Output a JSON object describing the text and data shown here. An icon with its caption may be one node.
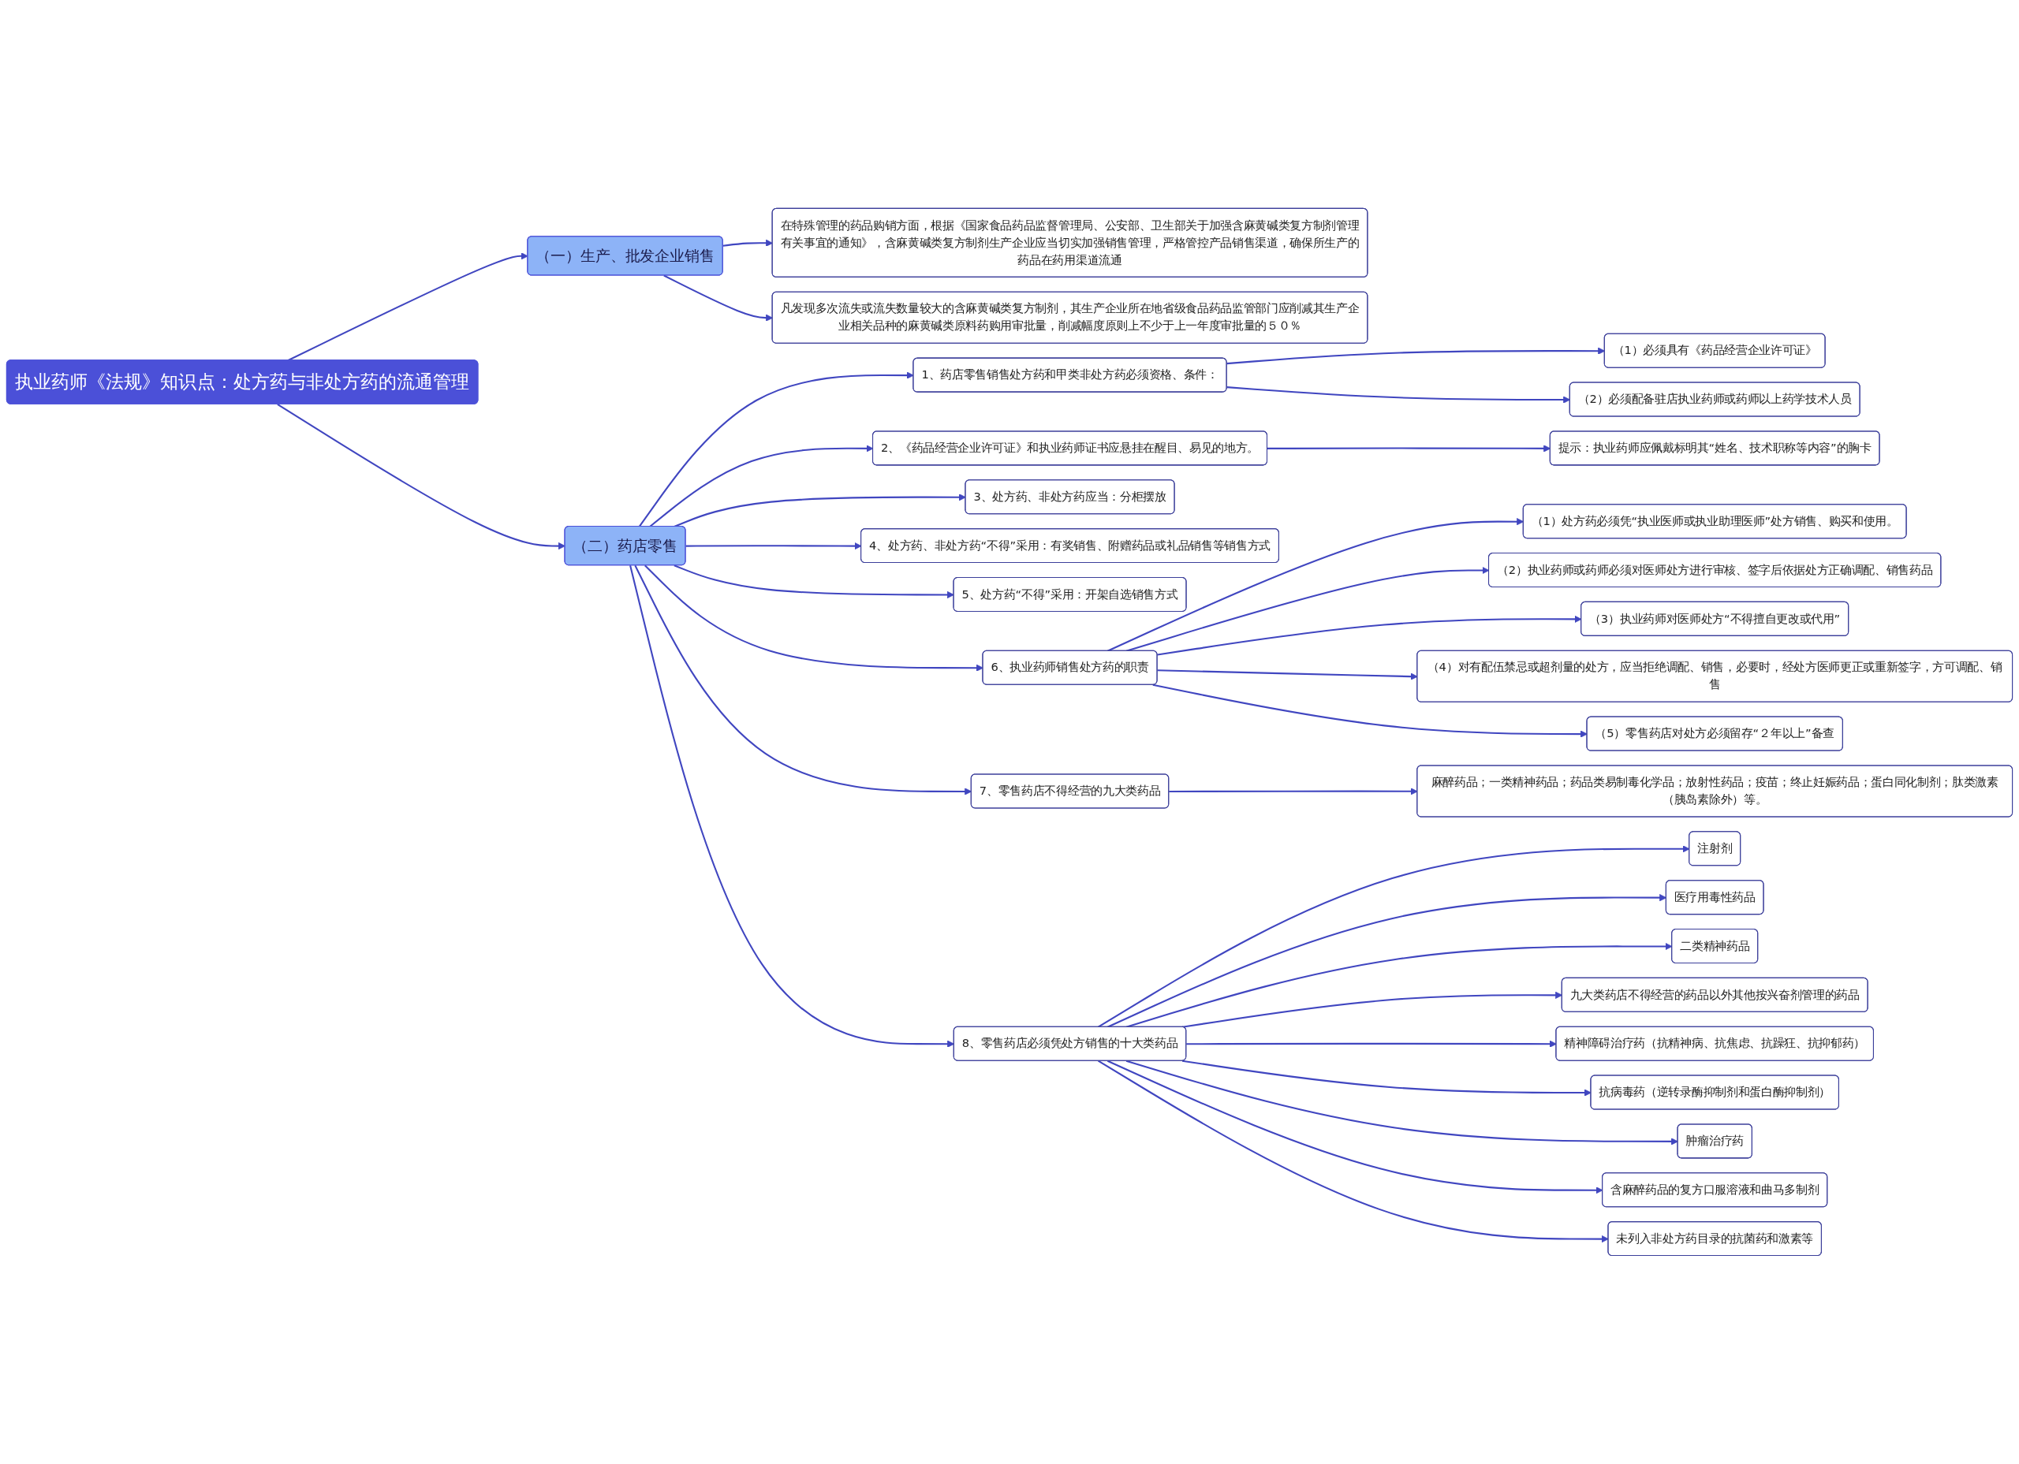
{
  "diagram": {
    "nodes": [
      {
        "text": [
          "执业药师《法规》知识点：处方药与非处方药的流通管理"
        ]
      },
      {
        "text": [
          "（一）生产、批发企业销售"
        ]
      },
      {
        "text": [
          "在特殊管理的药品购销方面，根据《国家食品药品监督管理局、公安部、卫生部关于加强含麻黄碱类复方制剂管理有关事宜的通知》，含麻黄碱类复方制剂生产企业应当切实加强销售管理，严格管控产品销售渠道，确保所生产的药品在药用渠道流通"
        ]
      },
      {
        "text": [
          "凡发现多次流失或流失数量较大的含麻黄碱类复方制剂，其生产企业所在地省级食品药品监管部门应削减其生产企业相关品种的麻黄碱类原料药购用审批量，削减幅度原则上不少于上一年度审批量的５０％"
        ]
      },
      {
        "text": [
          "（二）药店零售"
        ]
      },
      {
        "text": [
          "1、药店零售销售处方药和甲类非处方药必须资格、条件："
        ]
      },
      {
        "text": [
          "（1）必须具有《药品经营企业许可证》"
        ]
      },
      {
        "text": [
          "（2）必须配备驻店执业药师或药师以上药学技术人员"
        ]
      },
      {
        "text": [
          "2、《药品经营企业许可证》和执业药师证书应悬挂在醒目、易见的地方。"
        ]
      },
      {
        "text": [
          "提示：执业药师应佩戴标明其“姓名、技术职称等内容”的胸卡"
        ]
      },
      {
        "text": [
          "3、处方药、非处方药应当：分柜摆放"
        ]
      },
      {
        "text": [
          "4、处方药、非处方药“不得”采用：有奖销售、附赠药品或礼品销售等销售方式"
        ]
      },
      {
        "text": [
          "5、处方药“不得”采用：开架自选销售方式"
        ]
      },
      {
        "text": [
          "6、执业药师销售处方药的职责"
        ]
      },
      {
        "text": [
          "（1）处方药必须凭“执业医师或执业助理医师”处方销售、购买和使用。"
        ]
      },
      {
        "text": [
          "（2）执业药师或药师必须对医师处方进行审核、签字后依据处方正确调配、销售药品"
        ]
      },
      {
        "text": [
          "（3）执业药师对医师处方“不得擅自更改或代用”"
        ]
      },
      {
        "text": [
          "（4）对有配伍禁忌或超剂量的处方，应当拒绝调配、销售，必要时，经处方医师更正或重新签字，方可调配、销售"
        ]
      },
      {
        "text": [
          "（5）零售药店对处方必须留存“２年以上”备查"
        ]
      },
      {
        "text": [
          "7、零售药店不得经营的九大类药品"
        ]
      },
      {
        "text": [
          "麻醉药品；一类精神药品；药品类易制毒化学品；放射性药品；疫苗；终止妊娠药品；蛋白同化制剂；肽类激素（胰岛素除外）等。"
        ]
      },
      {
        "text": [
          "8、零售药店必须凭处方销售的十大类药品"
        ]
      },
      {
        "text": [
          "注射剂"
        ]
      },
      {
        "text": [
          "医疗用毒性药品"
        ]
      },
      {
        "text": [
          "二类精神药品"
        ]
      },
      {
        "text": [
          "九大类药店不得经营的药品以外其他按兴奋剂管理的药品"
        ]
      },
      {
        "text": [
          "精神障碍治疗药（抗精神病、抗焦虑、抗躁狂、抗抑郁药）"
        ]
      },
      {
        "text": [
          "抗病毒药（逆转录酶抑制剂和蛋白酶抑制剂）"
        ]
      },
      {
        "text": [
          "肿瘤治疗药"
        ]
      },
      {
        "text": [
          "含麻醉药品的复方口服溶液和曲马多制剂"
        ]
      },
      {
        "text": [
          "未列入非处方药目录的抗菌药和激素等"
        ]
      }
    ],
    "edges": [
      {
        "from": 0,
        "to": 1,
        "arrow": "to"
      },
      {
        "from": 0,
        "to": 4,
        "arrow": "to"
      },
      {
        "from": 1,
        "to": 2,
        "arrow": "to"
      },
      {
        "from": 1,
        "to": 3,
        "arrow": "to"
      },
      {
        "from": 4,
        "to": 5,
        "arrow": "to"
      },
      {
        "from": 4,
        "to": 8,
        "arrow": "to"
      },
      {
        "from": 4,
        "to": 10,
        "arrow": "to"
      },
      {
        "from": 4,
        "to": 11,
        "arrow": "to"
      },
      {
        "from": 4,
        "to": 12,
        "arrow": "to"
      },
      {
        "from": 4,
        "to": 13,
        "arrow": "to"
      },
      {
        "from": 4,
        "to": 19,
        "arrow": "to"
      },
      {
        "from": 4,
        "to": 21,
        "arrow": "to"
      },
      {
        "from": 5,
        "to": 6,
        "arrow": "to"
      },
      {
        "from": 5,
        "to": 7,
        "arrow": "to"
      },
      {
        "from": 8,
        "to": 9,
        "arrow": "to"
      },
      {
        "from": 13,
        "to": 14,
        "arrow": "to"
      },
      {
        "from": 13,
        "to": 15,
        "arrow": "to"
      },
      {
        "from": 13,
        "to": 16,
        "arrow": "to"
      },
      {
        "from": 13,
        "to": 17,
        "arrow": "to"
      },
      {
        "from": 13,
        "to": 18,
        "arrow": "to"
      },
      {
        "from": 19,
        "to": 20,
        "arrow": "to"
      },
      {
        "from": 21,
        "to": 22,
        "arrow": "to"
      },
      {
        "from": 21,
        "to": 23,
        "arrow": "to"
      },
      {
        "from": 21,
        "to": 24,
        "arrow": "to"
      },
      {
        "from": 21,
        "to": 25,
        "arrow": "to"
      },
      {
        "from": 21,
        "to": 26,
        "arrow": "to"
      },
      {
        "from": 21,
        "to": 27,
        "arrow": "to"
      },
      {
        "from": 21,
        "to": 28,
        "arrow": "to"
      },
      {
        "from": 21,
        "to": 29,
        "arrow": "to"
      },
      {
        "from": 21,
        "to": 30,
        "arrow": "to"
      }
    ]
  }
}
